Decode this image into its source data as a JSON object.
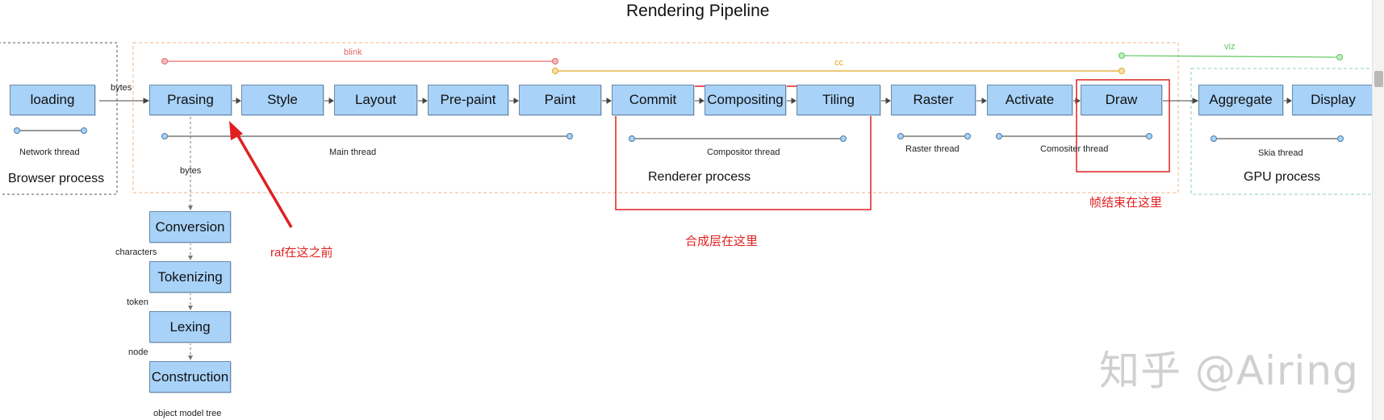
{
  "title": "Rendering Pipeline",
  "processes": {
    "browser": "Browser process",
    "renderer": "Renderer process",
    "gpu": "GPU process"
  },
  "threads": {
    "network": "Network thread",
    "main": "Main thread",
    "compositor": "Compositor thread",
    "raster": "Raster thread",
    "comositer": "Comositer thread",
    "skia": "Skia thread"
  },
  "groups": {
    "blink": "blink",
    "cc": "cc",
    "viz": "viz"
  },
  "stages": {
    "loading": "loading",
    "prasing": "Prasing",
    "style": "Style",
    "layout": "Layout",
    "prepaint": "Pre-paint",
    "paint": "Paint",
    "commit": "Commit",
    "compositing": "Compositing",
    "tiling": "Tiling",
    "raster": "Raster",
    "activate": "Activate",
    "draw": "Draw",
    "aggregate": "Aggregate",
    "display": "Display"
  },
  "parsing_steps": {
    "conversion": "Conversion",
    "tokenizing": "Tokenizing",
    "lexing": "Lexing",
    "construction": "Construction"
  },
  "edge_labels": {
    "bytes_top": "bytes",
    "bytes_down": "bytes",
    "characters": "characters",
    "token": "token",
    "node": "node",
    "object_model_tree": "object model tree"
  },
  "annotations": {
    "raf": "raf在这之前",
    "compositing_layer": "合成层在这里",
    "frame_end": "帧结束在这里"
  },
  "watermark": "知乎 @Airing",
  "colors": {
    "stage_fill": "#a8d2f8",
    "blink": "#e36a6a",
    "cc": "#e3a822",
    "viz": "#5cc85c",
    "annotation": "#e02020",
    "renderer_border": "#f2b48a",
    "gpu_border": "#88d1b8"
  }
}
